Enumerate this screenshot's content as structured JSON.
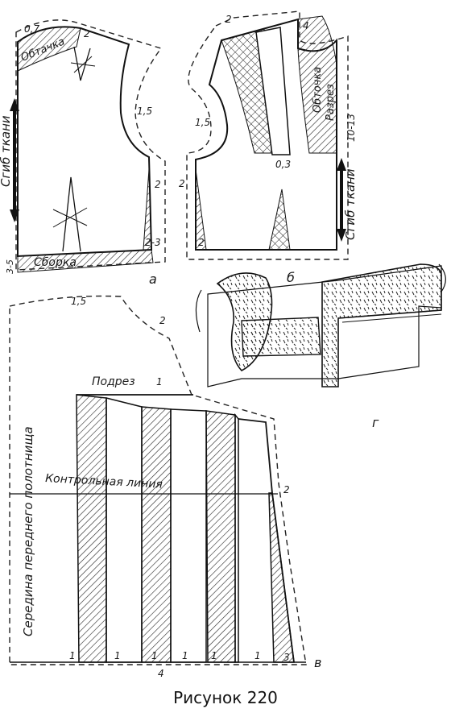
{
  "caption": "Рисунок 220",
  "panel_a": {
    "letter": "а",
    "m_07": "0,7",
    "m_2_top": "2",
    "m_15": "1,5",
    "m_2_side": "2",
    "m_2_3": "2-3",
    "m_3_5": "3-5",
    "facing": "Обтачка",
    "fold": "Сгиб ткани",
    "gather": "Сборка"
  },
  "panel_b": {
    "letter": "б",
    "m_2_top": "2",
    "m_4": "4",
    "m_15": "1,5",
    "m_2_side": "2",
    "m_03": "0,3",
    "m_2_bottom": "2",
    "m_10_13": "10-13",
    "facing": "Обточка",
    "cut": "Разрез",
    "fold": "Сгиб ткани"
  },
  "panel_v": {
    "letter": "в",
    "m_15": "1,5",
    "m_2_top": "2",
    "m_1_top": "1",
    "m_2_side": "2",
    "m_3": "3",
    "m_4": "4",
    "m_1_list": [
      "1",
      "1",
      "1",
      "1",
      "1",
      "1"
    ],
    "undercut": "Подрез",
    "control": "Контрольная линия",
    "center": "Середина переднего полотнища"
  },
  "panel_g": {
    "letter": "г"
  }
}
